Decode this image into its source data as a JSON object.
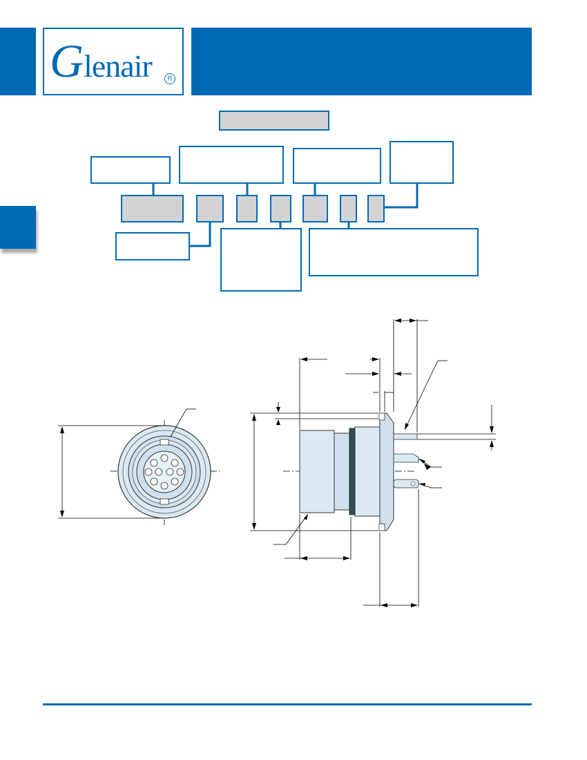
{
  "header": {
    "logo_text_first": "G",
    "logo_text_rest": "lenair",
    "logo_registered": "R"
  },
  "colors": {
    "brand_blue": "#0069b4",
    "field_gray": "#d3d3d3",
    "connector_fill": "#dbe9f3"
  },
  "icons": [
    "registered-mark-icon"
  ]
}
